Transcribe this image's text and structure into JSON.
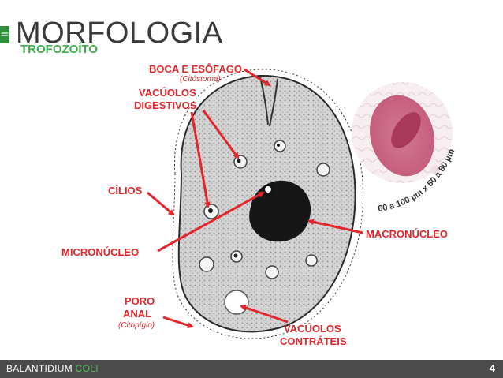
{
  "slide": {
    "title": "MORFOLOGIA",
    "subtitle": "TROFOZOÍTO",
    "left_bar_glyph": "="
  },
  "labels": {
    "boca": "BOCA E ESÔFAGO",
    "boca_sub": "(Citóstoma)",
    "vacuolos_dig_1": "VACÚOLOS",
    "vacuolos_dig_2": "DIGESTIVOS",
    "cilios": "CÍLIOS",
    "macronucleo": "MACRONÚCLEO",
    "micronucleo": "MICRONÚCLEO",
    "poro_1": "PORO",
    "poro_2": "ANAL",
    "poro_sub": "(Citopígio)",
    "vac_contr_1": "VACÚOLOS",
    "vac_contr_2": "CONTRÁTEIS"
  },
  "micrograph": {
    "size_caption": "60 a 100 µm x 50 a 80 µm"
  },
  "footer": {
    "text_main": "BALANTIDIUM ",
    "text_accent": "COLI",
    "page": "4"
  },
  "colors": {
    "label_red": "#e2262b",
    "title_gray": "#3a3a3a",
    "subtitle_green": "#3fae4a",
    "footer_bg": "#4b4b4b",
    "footer_accent": "#4cc25a"
  }
}
